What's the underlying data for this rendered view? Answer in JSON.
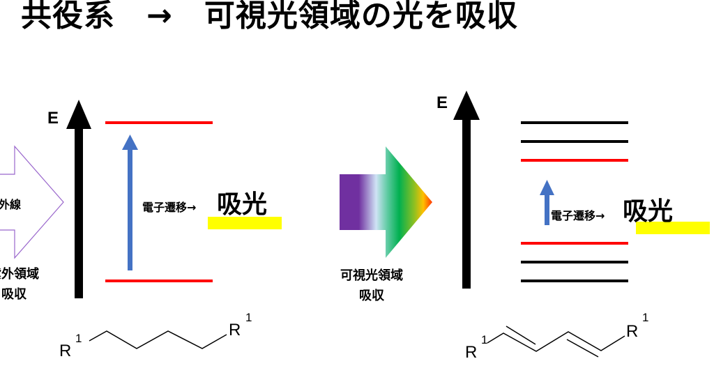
{
  "title": "共役系　→　可視光領域の光を吸収",
  "left_panel": {
    "arrow_label": "紫外線",
    "caption_line1": "紫外領域",
    "caption_line2": "吸収",
    "energy_axis": "E",
    "transition_text": "電子遷移→",
    "absorption_text": "吸光",
    "molecule_left_group": "R",
    "molecule_left_sup": "1",
    "molecule_right_group": "R",
    "molecule_right_sup": "1"
  },
  "right_panel": {
    "caption_line1": "可視光領域",
    "caption_line2": "吸収",
    "energy_axis": "E",
    "transition_text": "電子遷移→",
    "absorption_text": "吸光",
    "molecule_left_group": "R",
    "molecule_left_sup": "1",
    "molecule_right_group": "R",
    "molecule_right_sup": "1"
  },
  "colors": {
    "level_highlight": "#ff0000",
    "transition_arrow": "#4472c4",
    "highlight_bar": "#ffff00",
    "uv_arrow_outline": "#9966cc"
  }
}
